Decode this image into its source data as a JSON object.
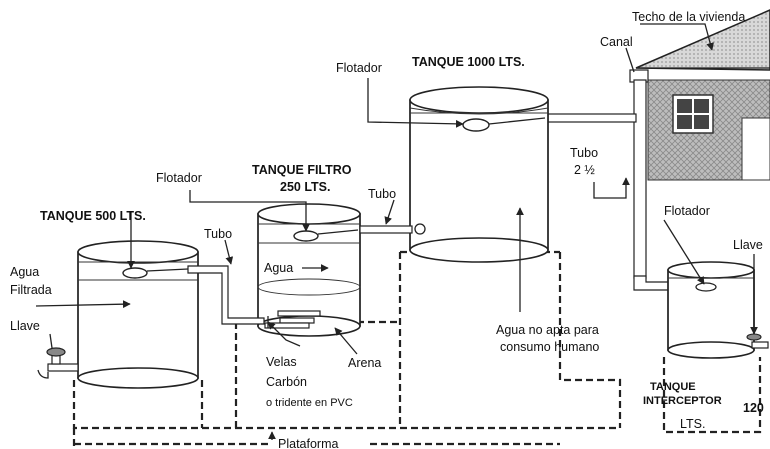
{
  "labels": {
    "techo": "Techo de la vivienda",
    "canal": "Canal",
    "flotador_1000": "Flotador",
    "tanque_1000": "TANQUE 1000 LTS.",
    "tubo_25_a": "Tubo",
    "tubo_25_b": "2 ½",
    "tanque_filtro_a": "TANQUE FILTRO",
    "tanque_filtro_b": "250 LTS.",
    "flotador_filtro": "Flotador",
    "tubo_filtro": "Tubo",
    "tanque_500": "TANQUE 500 LTS.",
    "tubo_500": "Tubo",
    "agua": "Agua",
    "agua_filtrada_a": "Agua",
    "agua_filtrada_b": "Filtrada",
    "llave_left": "Llave",
    "velas": "Velas",
    "carbon": "Carbón",
    "tridente": "o tridente en PVC",
    "arena": "Arena",
    "agua_no_apta_a": "Agua no apta para",
    "agua_no_apta_b": "consumo humano",
    "flotador_interceptor": "Flotador",
    "llave_right": "Llave",
    "interceptor_a": "TANQUE",
    "interceptor_b": "INTERCEPTOR",
    "interceptor_c": "120",
    "interceptor_d": "LTS.",
    "plataforma": "Plataforma"
  }
}
